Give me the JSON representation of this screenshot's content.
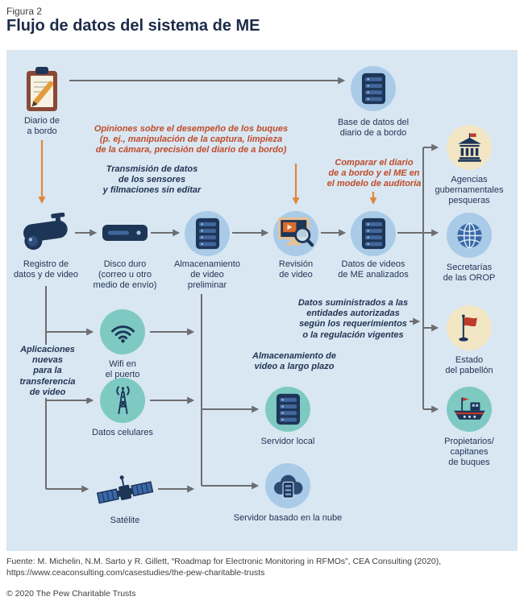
{
  "figure": {
    "label": "Figura 2",
    "title": "Flujo de datos del sistema de ME"
  },
  "palette": {
    "panel_bg": "#d9e7f3",
    "navy": "#1d3557",
    "accent_red": "#bf3a2b",
    "annotation_red": "#bf4b28",
    "arrow_gray": "#6d6e71",
    "arrow_orange": "#e0873b",
    "circle_blue": "#a9cbe8",
    "circle_teal": "#7ecac3",
    "circle_cream": "#f3e6c4"
  },
  "nodes": {
    "logbook": "Diario de\na bordo",
    "logbook_db": "Base de datos del\ndiario de a bordo",
    "camera": "Registro de\ndatos y de video",
    "hdd": "Disco duro\n(correo u otro\nmedio de envío)",
    "storage": "Almacenamiento\nde video\npreliminar",
    "review": "Revisión\nde video",
    "analyzed": "Datos de videos\nde ME analizados",
    "agencies": "Agencias\ngubernamentales\npesqueras",
    "orop": "Secretarías\nde las OROP",
    "flag_state": "Estado\ndel pabellón",
    "owners": "Propietarios/\ncapitanes\nde buques",
    "wifi": "Wifi en\nel puerto",
    "cellular": "Datos celulares",
    "satellite": "Satélite",
    "local_server": "Servidor local",
    "cloud_server": "Servidor basado en la nube"
  },
  "annotations": {
    "feedback": "Opiniones sobre el desempeño de los buques\n(p. ej., manipulación de la captura, limpieza\nde la cámara, precisión del diario de a bordo)",
    "transmission": "Transmisión de datos\nde los sensores\ny filmaciones sin editar",
    "compare": "Comparar el diario\nde a bordo y el ME en\nel modelo de auditoría",
    "supplied": "Datos suministrados a las\nentidades autorizadas\nsegún los requerimientos\no la regulación vigentes",
    "new_apps": "Aplicaciones nuevas\npara la transferencia\nde video",
    "long_term": "Almacenamiento de\nvideo a largo plazo"
  },
  "footer": {
    "source": "Fuente: M. Michelin, N.M. Sarto y R. Gillett, “Roadmap for Electronic Monitoring in RFMOs”, CEA Consulting (2020), https://www.ceaconsulting.com/casestudies/the-pew-charitable-trusts",
    "copyright": "© 2020 The Pew Charitable Trusts"
  }
}
